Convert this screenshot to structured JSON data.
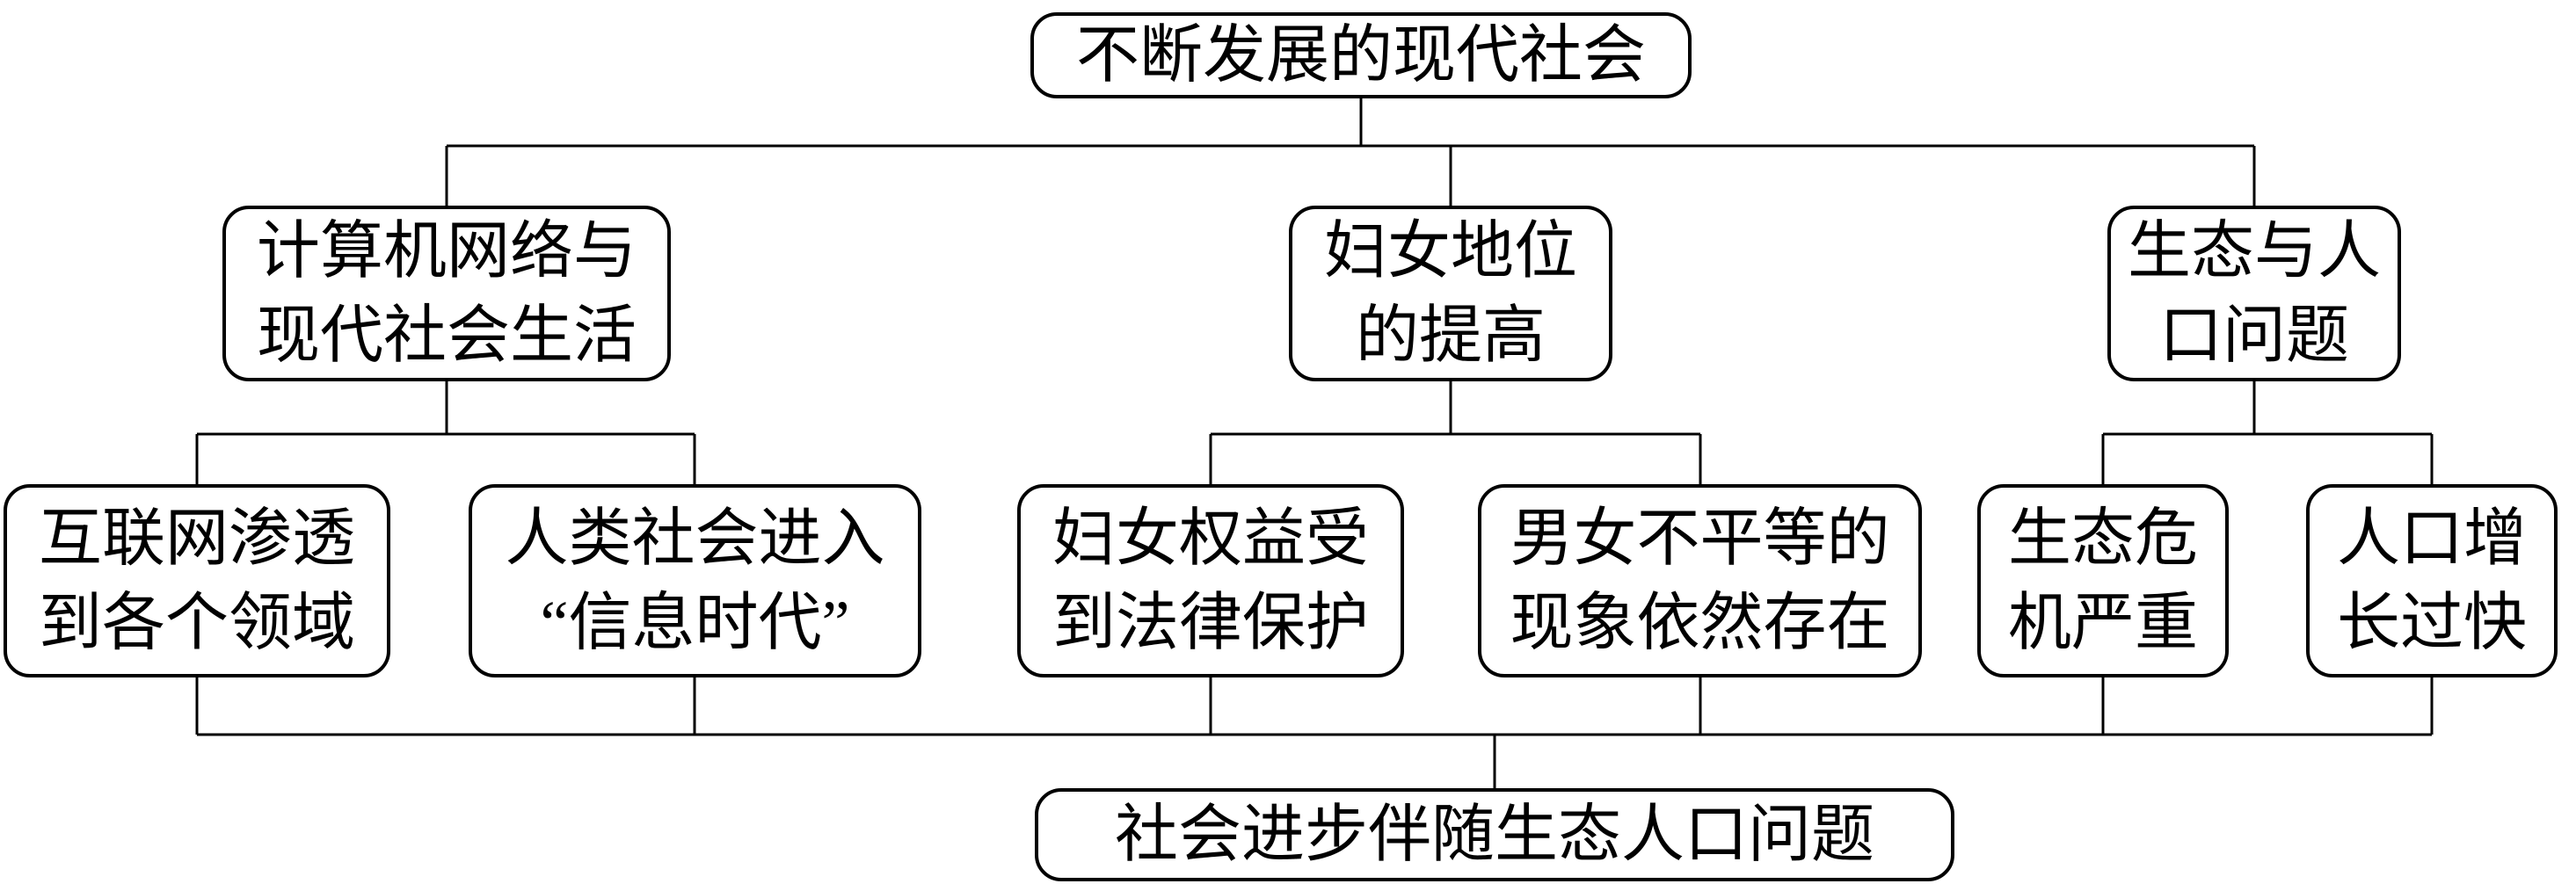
{
  "diagram": {
    "root": {
      "label": "不断发展的现代社会"
    },
    "branches": [
      {
        "label": "计算机网络与\n现代社会生活",
        "children": [
          {
            "label": "互联网渗透\n到各个领域"
          },
          {
            "label": "人类社会进入\n“信息时代”"
          }
        ]
      },
      {
        "label": "妇女地位\n的提高",
        "children": [
          {
            "label": "妇女权益受\n到法律保护"
          },
          {
            "label": "男女不平等的\n现象依然存在"
          }
        ]
      },
      {
        "label": "生态与人\n口问题",
        "children": [
          {
            "label": "生态危\n机严重"
          },
          {
            "label": "人口增\n长过快"
          }
        ]
      }
    ],
    "conclusion": {
      "label": "社会进步伴随生态人口问题"
    },
    "colors": {
      "line": "#000000",
      "box_border": "#000000",
      "background": "#ffffff",
      "text": "#000000"
    }
  }
}
